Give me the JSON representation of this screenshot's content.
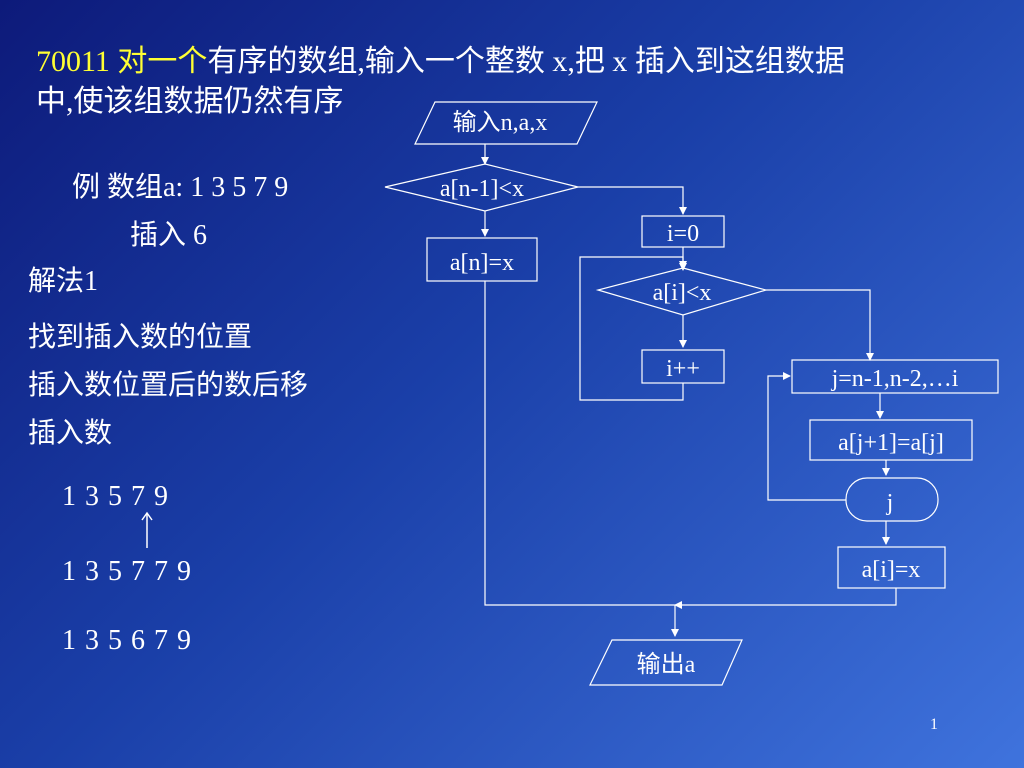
{
  "title": {
    "highlight": "70011 对一个",
    "rest_line1": "有序的数组,输入一个整数 x,把 x 插入到这组数据",
    "line2": "中,使该组数据仍然有序"
  },
  "example": {
    "label": "例  数组a: 1 3 5 7 9",
    "insert": "插入  6"
  },
  "method": {
    "title": "解法1",
    "steps": [
      "找到插入数的位置",
      "插入数位置后的数后移",
      "插入数"
    ]
  },
  "sequences": [
    "1 3 5 7 9",
    "1 3 5 7 7 9",
    "1 3 5 6 7 9"
  ],
  "flowchart": {
    "input": "输入n,a,x",
    "cond_last": "a[n-1]<x",
    "assign_end": "a[n]=x",
    "init_i": "i=0",
    "cond_i": "a[i]<x",
    "inc_i": "i++",
    "loop_j": "j=n-1,n-2,…i",
    "shift": "a[j+1]=a[j]",
    "loop_end": "j",
    "assign_i": "a[i]=x",
    "output": "输出a"
  },
  "page_number": "1"
}
